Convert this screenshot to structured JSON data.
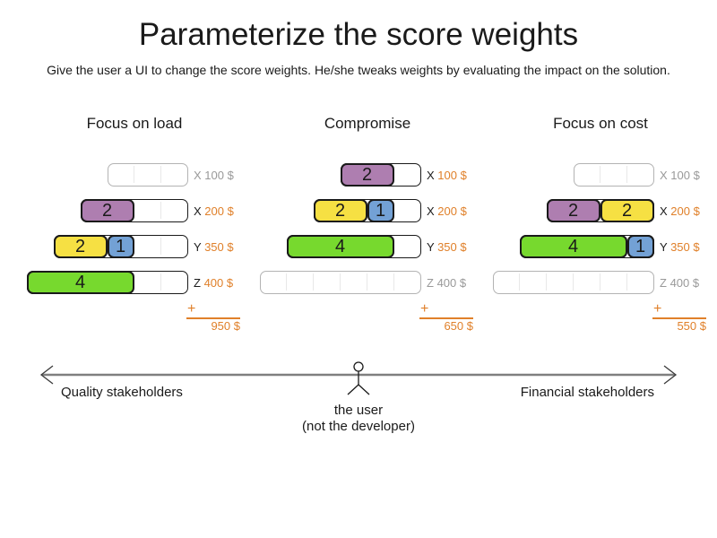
{
  "title": "Parameterize the score weights",
  "subtitle": "Give the user a UI to change the score weights. He/she tweaks weights by evaluating the impact on the solution.",
  "plus_sign": "+",
  "colors": {
    "text": "#1a1a1a",
    "orange": "#e0802a",
    "grey": "#999999",
    "grey_border": "#b3b3b3",
    "box_border": "#1a1a1a",
    "divider": "#e8e8e8",
    "axis_line": "#7f7f7f",
    "purple": "#ae7eb0",
    "yellow": "#f6e043",
    "blue": "#73a1d5",
    "green": "#77d92e"
  },
  "columns": [
    {
      "title": "Focus on load",
      "total": "950 $",
      "rows": [
        {
          "letter": "X",
          "price": "100 $",
          "capacity": 3,
          "active": false,
          "blocks": []
        },
        {
          "letter": "X",
          "price": "200 $",
          "capacity": 4,
          "active": true,
          "blocks": [
            {
              "label": "2",
              "size": 2,
              "color": "purple"
            }
          ]
        },
        {
          "letter": "Y",
          "price": "350 $",
          "capacity": 5,
          "active": true,
          "blocks": [
            {
              "label": "2",
              "size": 2,
              "color": "yellow"
            },
            {
              "label": "1",
              "size": 1,
              "color": "blue"
            }
          ]
        },
        {
          "letter": "Z",
          "price": "400 $",
          "capacity": 6,
          "active": true,
          "blocks": [
            {
              "label": "4",
              "size": 4,
              "color": "green"
            }
          ]
        }
      ]
    },
    {
      "title": "Compromise",
      "total": "650 $",
      "rows": [
        {
          "letter": "X",
          "price": "100 $",
          "capacity": 3,
          "active": true,
          "blocks": [
            {
              "label": "2",
              "size": 2,
              "color": "purple"
            }
          ]
        },
        {
          "letter": "X",
          "price": "200 $",
          "capacity": 4,
          "active": true,
          "blocks": [
            {
              "label": "2",
              "size": 2,
              "color": "yellow"
            },
            {
              "label": "1",
              "size": 1,
              "color": "blue"
            }
          ]
        },
        {
          "letter": "Y",
          "price": "350 $",
          "capacity": 5,
          "active": true,
          "blocks": [
            {
              "label": "4",
              "size": 4,
              "color": "green"
            }
          ]
        },
        {
          "letter": "Z",
          "price": "400 $",
          "capacity": 6,
          "active": false,
          "blocks": []
        }
      ]
    },
    {
      "title": "Focus on cost",
      "total": "550 $",
      "rows": [
        {
          "letter": "X",
          "price": "100 $",
          "capacity": 3,
          "active": false,
          "blocks": []
        },
        {
          "letter": "X",
          "price": "200 $",
          "capacity": 4,
          "active": true,
          "blocks": [
            {
              "label": "2",
              "size": 2,
              "color": "purple"
            },
            {
              "label": "2",
              "size": 2,
              "color": "yellow"
            }
          ]
        },
        {
          "letter": "Y",
          "price": "350 $",
          "capacity": 5,
          "active": true,
          "blocks": [
            {
              "label": "4",
              "size": 4,
              "color": "green"
            },
            {
              "label": "1",
              "size": 1,
              "color": "blue"
            }
          ]
        },
        {
          "letter": "Z",
          "price": "400 $",
          "capacity": 6,
          "active": false,
          "blocks": []
        }
      ]
    }
  ],
  "axis": {
    "left_label": "Quality stakeholders",
    "right_label": "Financial stakeholders",
    "center_label_line1": "the user",
    "center_label_line2": "(not the developer)"
  }
}
